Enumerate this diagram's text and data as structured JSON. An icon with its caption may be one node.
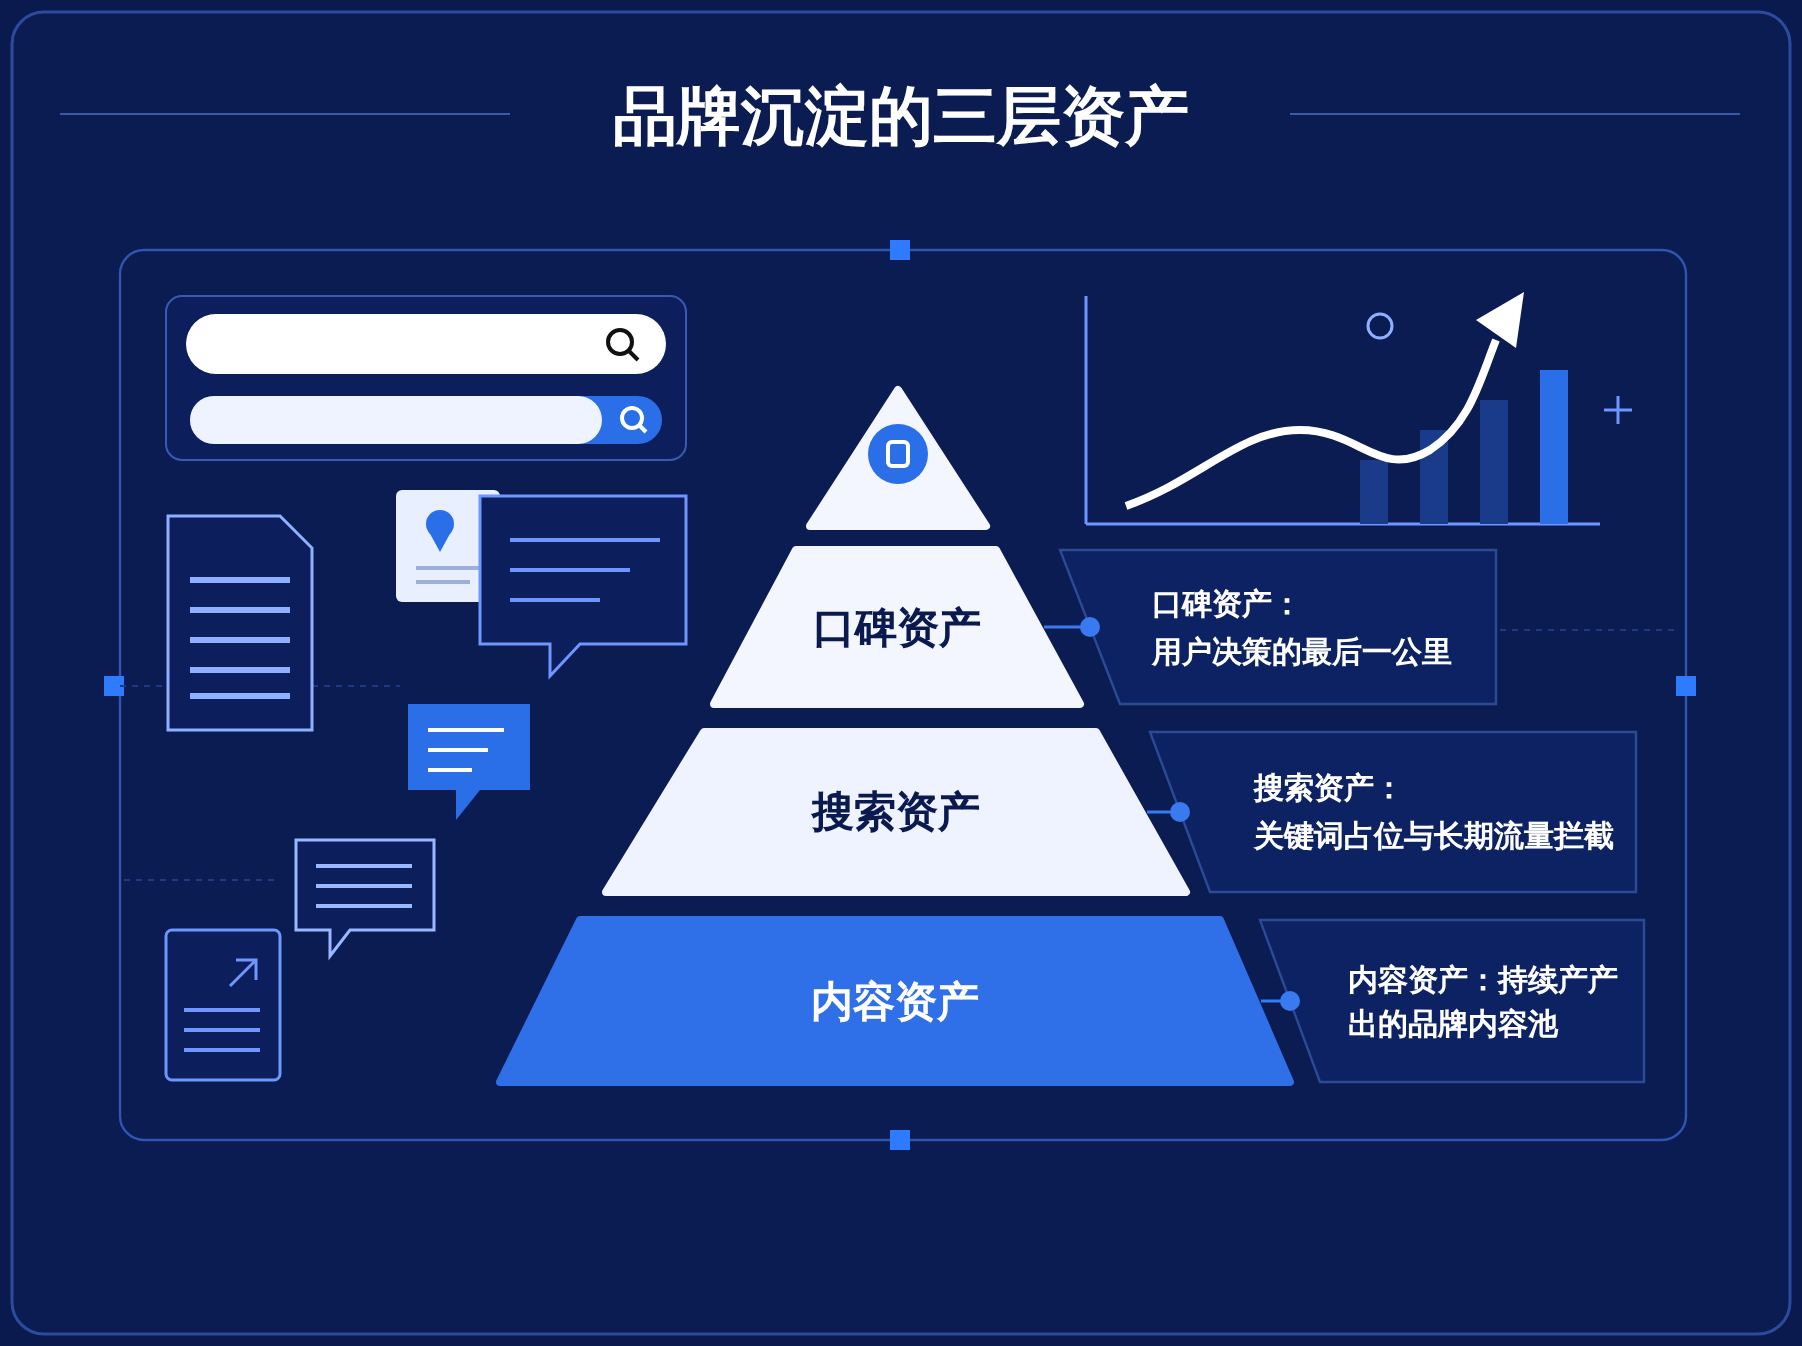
{
  "diagram": {
    "title": "品牌沉淀的三层资产",
    "nodes": [
      {
        "text": [],
        "shape": "triangle"
      },
      {
        "text": [
          "口碑资产"
        ]
      },
      {
        "text": [
          "搜索资产"
        ]
      },
      {
        "text": [
          "内容资产"
        ]
      },
      {
        "text": [
          "口碑资产：",
          "用户决策的最后一公里"
        ]
      },
      {
        "text": [
          "搜索资产：",
          "关键词占位与长期流量拦截"
        ]
      },
      {
        "text": [
          "内容资产：持续产产出的品牌内容池"
        ]
      }
    ],
    "edges": [
      {
        "from": 1,
        "to": 4,
        "arrow": "other"
      },
      {
        "from": 2,
        "to": 5,
        "arrow": "other"
      },
      {
        "from": 3,
        "to": 6,
        "arrow": "other"
      }
    ]
  }
}
